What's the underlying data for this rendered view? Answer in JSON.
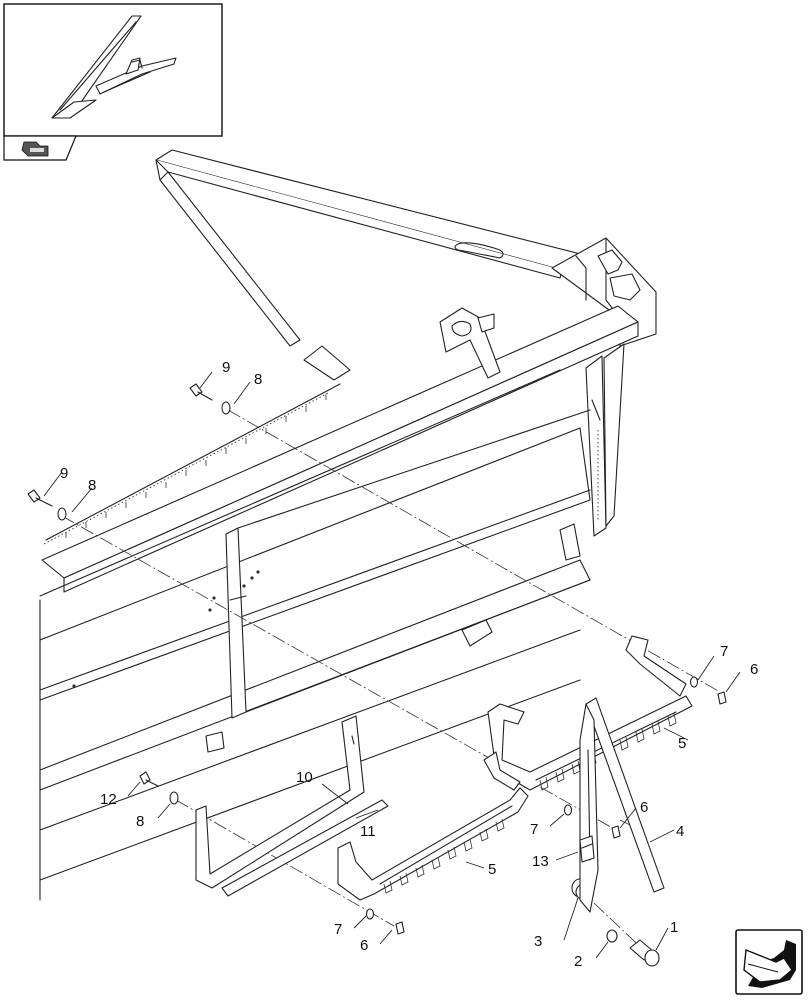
{
  "callouts": [
    {
      "id": "c1",
      "label": "1"
    },
    {
      "id": "c2",
      "label": "2"
    },
    {
      "id": "c3",
      "label": "3"
    },
    {
      "id": "c4",
      "label": "4"
    },
    {
      "id": "c5a",
      "label": "5"
    },
    {
      "id": "c5b",
      "label": "5"
    },
    {
      "id": "c6a",
      "label": "6"
    },
    {
      "id": "c6b",
      "label": "6"
    },
    {
      "id": "c6c",
      "label": "6"
    },
    {
      "id": "c7a",
      "label": "7"
    },
    {
      "id": "c7b",
      "label": "7"
    },
    {
      "id": "c7c",
      "label": "7"
    },
    {
      "id": "c8a",
      "label": "8"
    },
    {
      "id": "c8b",
      "label": "8"
    },
    {
      "id": "c8c",
      "label": "8"
    },
    {
      "id": "c9a",
      "label": "9"
    },
    {
      "id": "c9b",
      "label": "9"
    },
    {
      "id": "c10",
      "label": "10"
    },
    {
      "id": "c11",
      "label": "11"
    },
    {
      "id": "c12",
      "label": "12"
    },
    {
      "id": "c13",
      "label": "13"
    }
  ],
  "icons": {
    "orientation": "front-view-arrow-icon",
    "direction": "direction-arrow-icon"
  }
}
